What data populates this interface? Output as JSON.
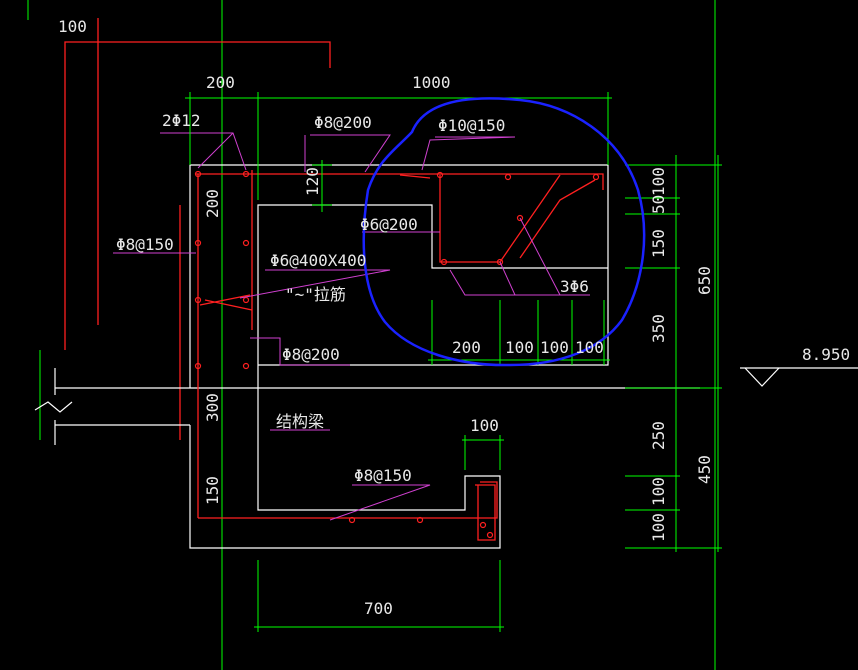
{
  "labels": {
    "top_100": "100",
    "dim_200_top": "200",
    "dim_1000": "1000",
    "bar_2phi12": "2Φ12",
    "bar_phi8_200_top": "Φ8@200",
    "bar_phi10_150": "Φ10@150",
    "dim_120": "120",
    "dim_200_side": "200",
    "bar_phi6_200": "Φ6@200",
    "bar_phi8_150_left": "Φ8@150",
    "bar_phi6_400x400": "Φ6@400X400",
    "tie_text": "\"~\"拉筋",
    "bar_3phi6": "3Φ6",
    "bar_phi8_200_mid": "Φ8@200",
    "dim_200_bot": "200",
    "dim_100_a": "100",
    "dim_100_b": "100",
    "dim_100_c": "100",
    "dim_300": "300",
    "beam_text": "结构梁",
    "dim_100_small": "100",
    "bar_phi8_150_bot": "Φ8@150",
    "dim_150": "150",
    "dim_700": "700",
    "elev": "8.950",
    "r_100_top": "100",
    "r_50": "50",
    "r_150": "150",
    "r_650": "650",
    "r_350": "350",
    "r_250": "250",
    "r_450": "450",
    "r_100_mid": "100",
    "r_100_bot": "100"
  },
  "colors": {
    "dimension": "#00ff00",
    "outline": "#ffffff",
    "rebar": "#ff2020",
    "leader": "#d040d0",
    "markup": "#1a22ff"
  }
}
